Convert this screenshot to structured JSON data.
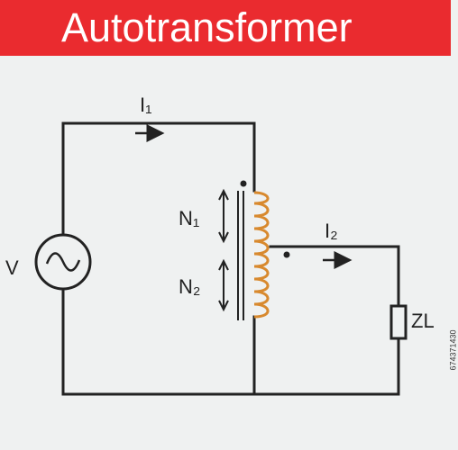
{
  "title": "Autotransformer",
  "stock_id": "674371430",
  "labels": {
    "source_voltage": "V",
    "primary_current": "I₁",
    "secondary_current": "I₂",
    "primary_turns": "N₁",
    "secondary_turns": "N₂",
    "load": "ZL"
  },
  "colors": {
    "banner": "#ea2b2f",
    "banner_text": "#ffffff",
    "background": "#eff1f1",
    "wire": "#222222",
    "coil": "#d8892e"
  },
  "icons": {
    "source": "ac-source-icon",
    "coil": "coil-winding-icon",
    "load": "resistor-icon"
  }
}
